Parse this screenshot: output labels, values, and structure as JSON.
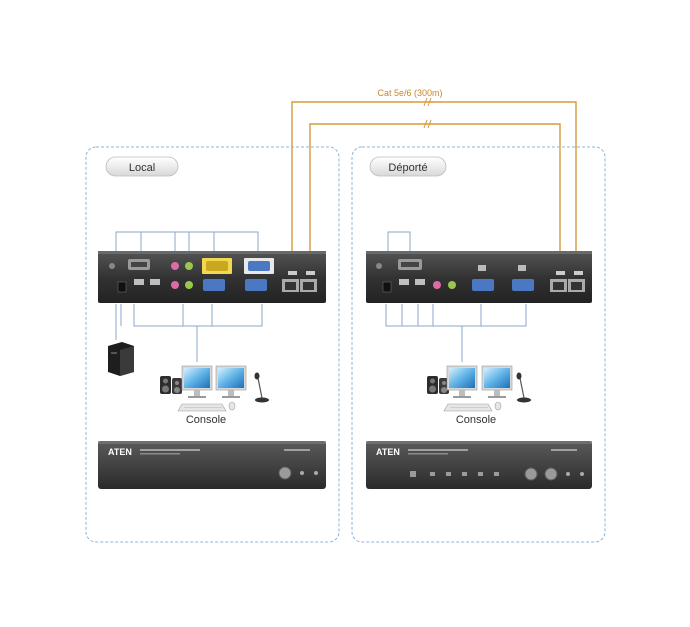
{
  "cable_label": "Cat 5e/6 (300m)",
  "panels": {
    "local": {
      "title": "Local",
      "console_label": "Console"
    },
    "remote": {
      "title": "Déporté",
      "console_label": "Console"
    }
  },
  "brand": "ATEN",
  "colors": {
    "cable": "#d79a3b",
    "panel_border": "#8fb3d6",
    "link_line": "#8aa8c8",
    "device_dark": "#3b3b3b"
  },
  "icons": [
    "computer-tower-icon",
    "monitor-icon",
    "keyboard-icon",
    "mouse-icon",
    "speaker-icon",
    "microphone-icon"
  ]
}
